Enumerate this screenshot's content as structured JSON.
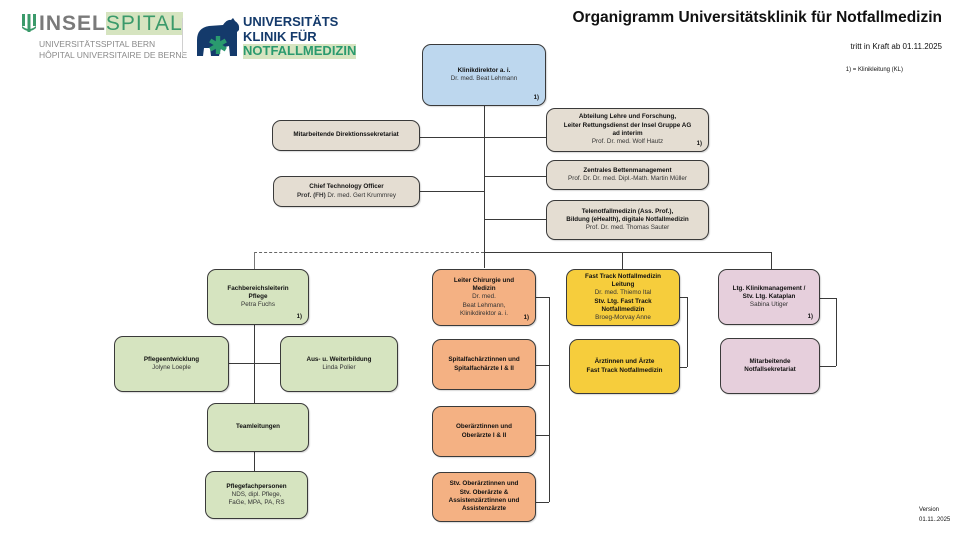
{
  "header": {
    "logo_insel": {
      "name_part1": "INSEL",
      "name_part2": "SPITAL",
      "subline1": "UNIVERSITÄTSSPITAL BERN",
      "subline2": "HÔPITAL UNIVERSITAIRE DE BERNE",
      "icon": "insel-mark-icon"
    },
    "logo_clinic": {
      "line1": "UNIVERSITÄTS",
      "line2": "KLINIK FÜR",
      "line3": "NOTFALLMEDIZIN",
      "icon": "bear-star-of-life-icon"
    },
    "title": "Organigramm Universitätsklinik für Notfallmedizin",
    "valid_from": "tritt in Kraft ab 01.11.2025",
    "legend": "1) = Klinikleitung (KL)"
  },
  "colors": {
    "director": "#bdd7ee",
    "staff": "#e4ddd2",
    "nursing": "#d6e4c0",
    "surgery_medicine": "#f4b183",
    "fast_track": "#f6cd3c",
    "management": "#e6cfdc",
    "line": "#3a3a3a"
  },
  "nodes": {
    "director": {
      "title": "Klinikdirektor a. i.",
      "name": "Dr. med. Beat Lehmann",
      "footnote": "1)"
    },
    "direction_secretariat": {
      "title": "Mitarbeitende Direktionssekretariat"
    },
    "cto": {
      "title": "Chief Technology Officer",
      "title2": "Prof. (FH)",
      "name": "Dr. med. Gert Krummrey"
    },
    "teaching_research": {
      "title": "Abteilung Lehre und Forschung,",
      "title2": "Leiter Rettungsdienst der Insel Gruppe AG",
      "title3": "ad interim",
      "name": "Prof. Dr. med. Wolf Hautz",
      "footnote": "1)"
    },
    "bed_management": {
      "title": "Zentrales Bettenmanagement",
      "name": "Prof. Dr. Dr. med. Dipl.-Math. Martin Müller"
    },
    "telemedicine": {
      "title": "Telenotfallmedizin (Ass. Prof.),",
      "title2": "Bildung (eHealth), digitale Notfallmedizin",
      "name": "Prof. Dr. med. Thomas Sauter"
    },
    "nursing_lead": {
      "title": "Fachbereichsleiterin",
      "title2": "Pflege",
      "name": "Petra Fuchs",
      "footnote": "1)"
    },
    "nursing_development": {
      "title": "Pflegeentwicklung",
      "name": "Jolyne Loeple"
    },
    "education": {
      "title": "Aus- u. Weiterbildung",
      "name": "Linda Polier"
    },
    "team_leads": {
      "title": "Teamleitungen"
    },
    "nursing_staff": {
      "title": "Pflegefachpersonen",
      "name": "NDS, dipl. Pflege,",
      "name2": "FaGe, MPA, PA, RS"
    },
    "surgery_lead": {
      "title": "Leiter Chirurgie und",
      "title2": "Medizin",
      "name": "Dr. med.",
      "name2": "Beat Lehmann,",
      "name3": "Klinikdirektor a. i.",
      "footnote": "1)"
    },
    "hospital_specialists": {
      "title": "Spitalfachärztinnen und",
      "title2": "Spitalfachärzte I & II"
    },
    "senior_physicians": {
      "title": "Oberärztinnen und",
      "title2": "Oberärzte I & II"
    },
    "deputy_assistants": {
      "title": "Stv. Oberärztinnen und",
      "title2": "Stv. Oberärzte &",
      "title3": "Assistenzärztinnen und",
      "title4": "Assistenzärzte"
    },
    "fast_track_lead": {
      "title": "Fast Track Notfallmedizin",
      "title2": "Leitung",
      "name": "Dr. med. Thiemo Ital",
      "title3": "Stv. Ltg. Fast Track",
      "title4": "Notfallmedizin",
      "name2": "Broeg-Morvay Anne"
    },
    "fast_track_physicians": {
      "title": "Ärztinnen und Ärzte",
      "title2": "Fast Track Notfallmedizin"
    },
    "clinic_management": {
      "title": "Ltg. Klinikmanagement /",
      "title2": "Stv. Ltg. Kataplan",
      "name": "Sabina Utiger",
      "footnote": "1)"
    },
    "emergency_secretariat": {
      "title": "Mitarbeitende",
      "title2": "Notfallsekretariat"
    }
  },
  "footer": {
    "version_label": "Version",
    "version_date": "01.11..2025"
  }
}
